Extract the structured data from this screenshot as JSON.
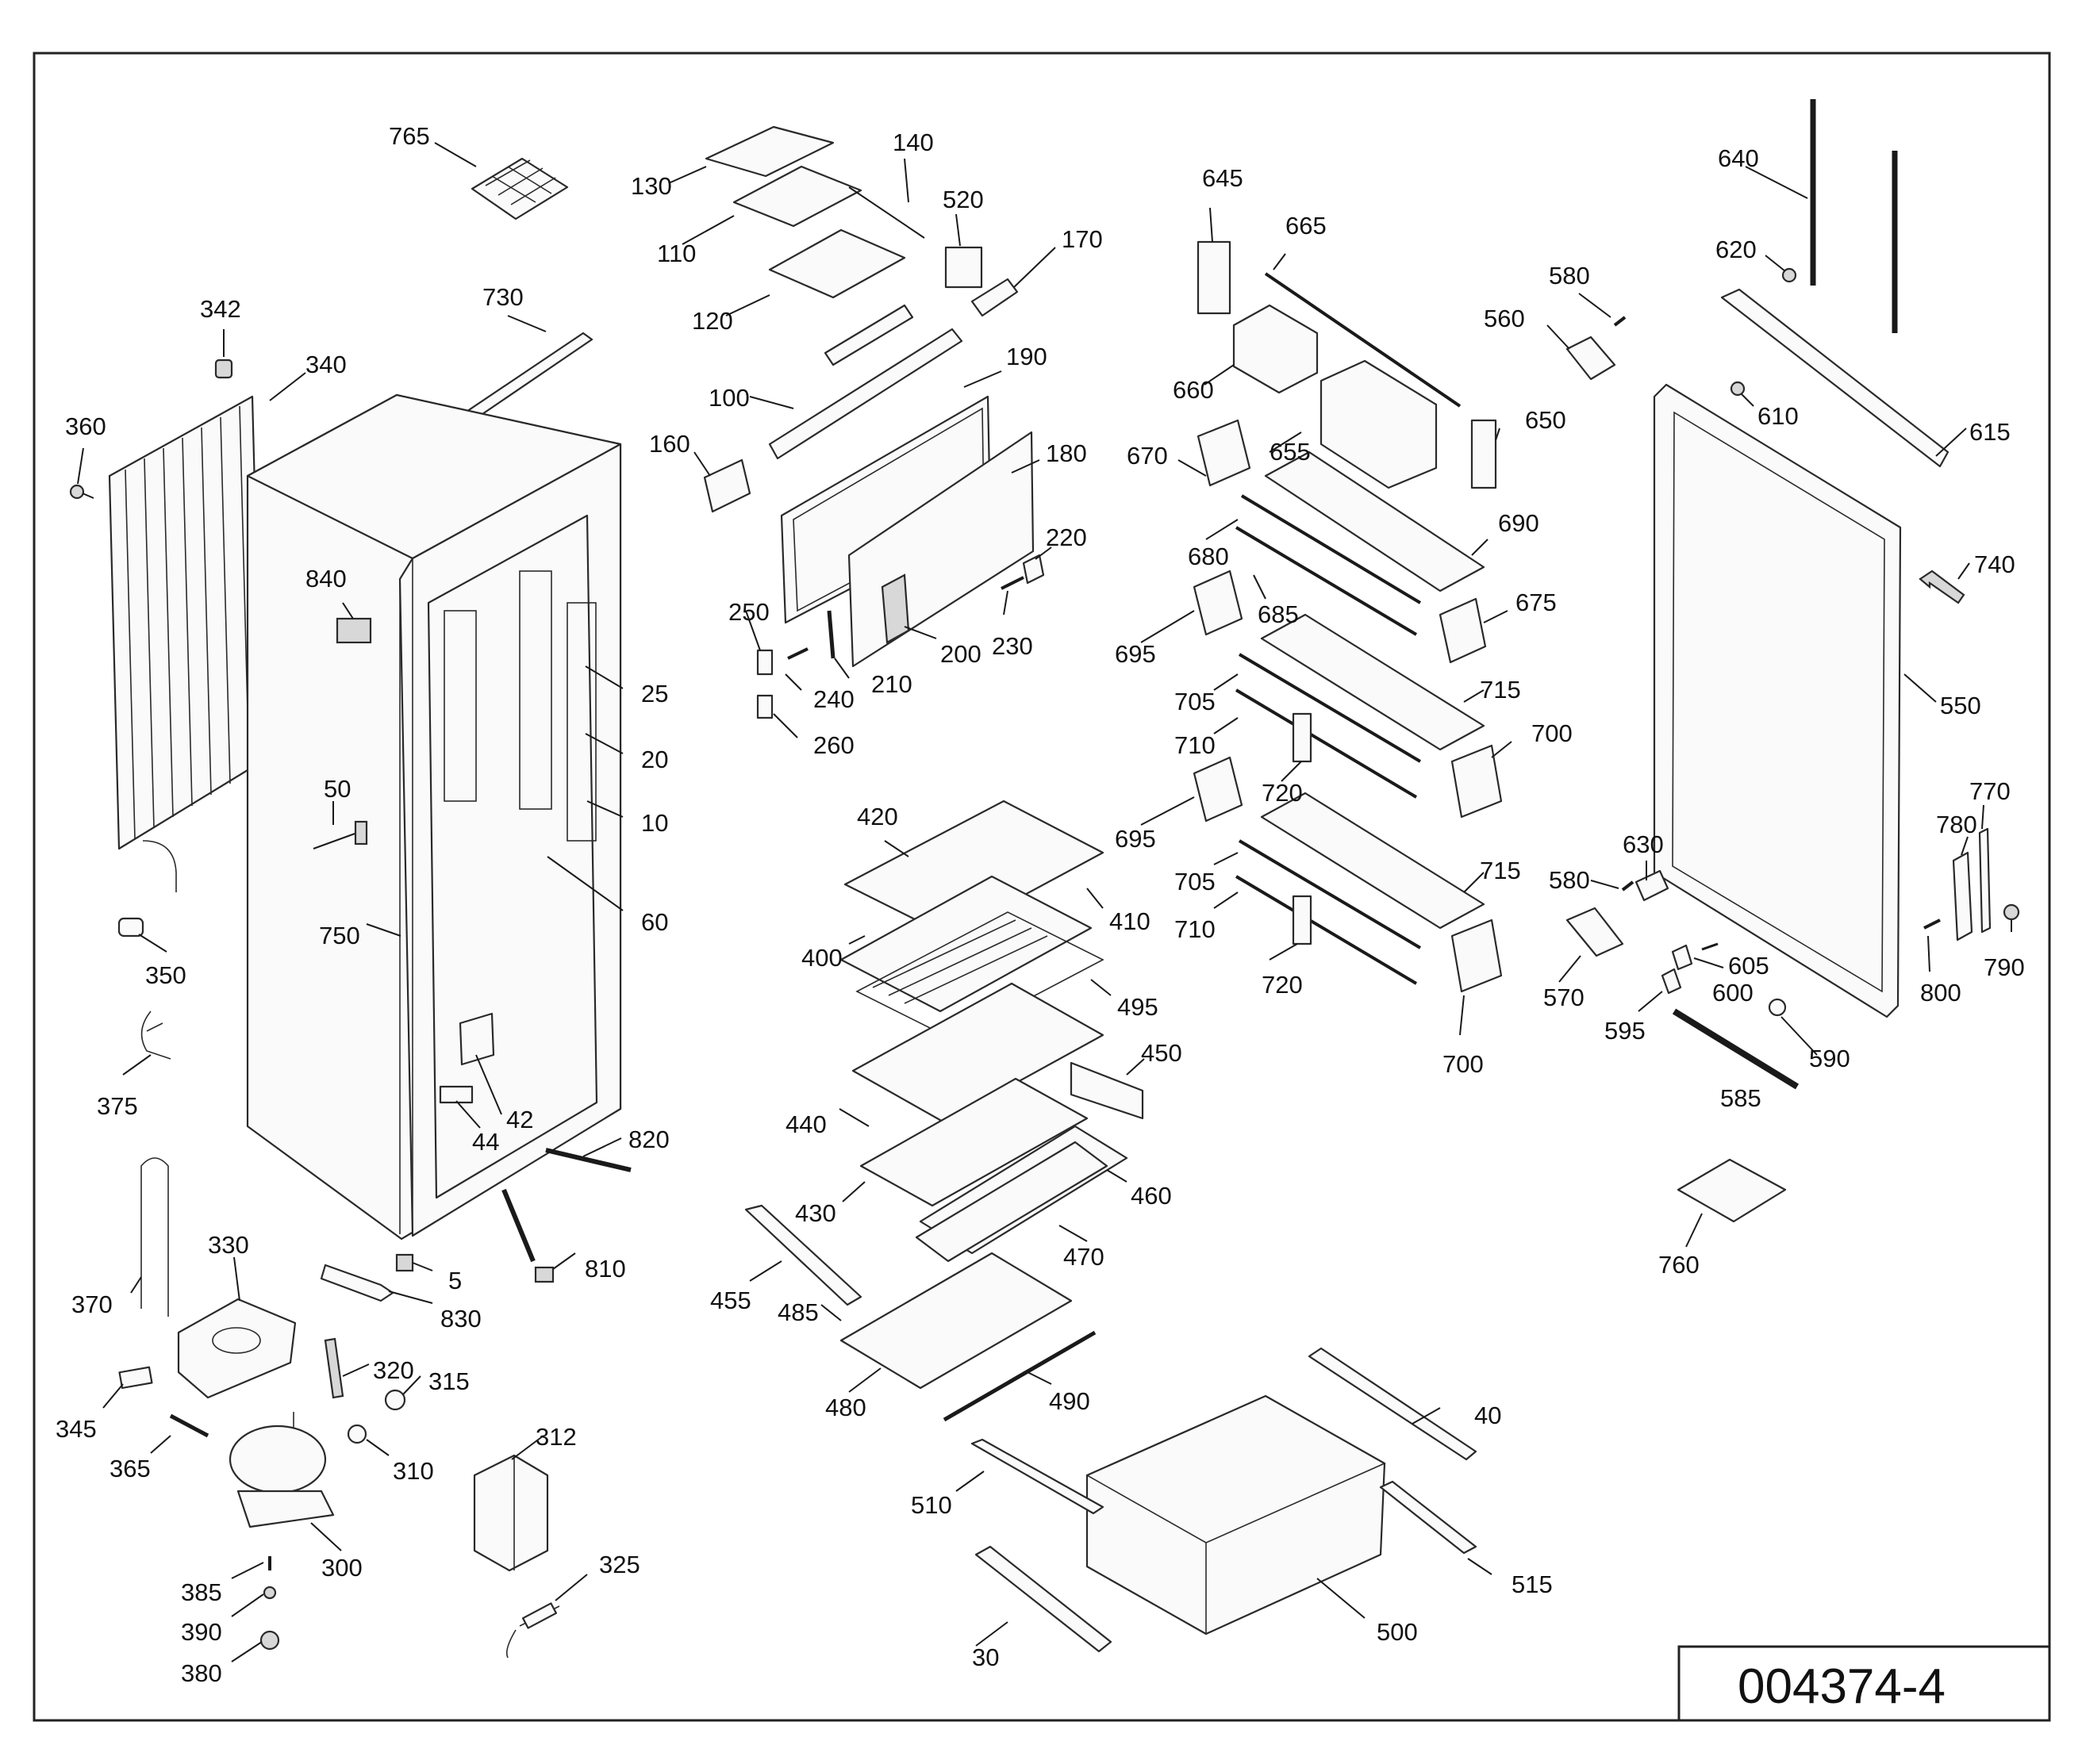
{
  "document_id": "004374-4",
  "callouts": [
    {
      "id": "765",
      "label": "765"
    },
    {
      "id": "342",
      "label": "342"
    },
    {
      "id": "730",
      "label": "730"
    },
    {
      "id": "340",
      "label": "340"
    },
    {
      "id": "360",
      "label": "360"
    },
    {
      "id": "840",
      "label": "840"
    },
    {
      "id": "25",
      "label": "25"
    },
    {
      "id": "20",
      "label": "20"
    },
    {
      "id": "10",
      "label": "10"
    },
    {
      "id": "50",
      "label": "50"
    },
    {
      "id": "60",
      "label": "60"
    },
    {
      "id": "750",
      "label": "750"
    },
    {
      "id": "350",
      "label": "350"
    },
    {
      "id": "375",
      "label": "375"
    },
    {
      "id": "42",
      "label": "42"
    },
    {
      "id": "44",
      "label": "44"
    },
    {
      "id": "820",
      "label": "820"
    },
    {
      "id": "370",
      "label": "370"
    },
    {
      "id": "330",
      "label": "330"
    },
    {
      "id": "5",
      "label": "5"
    },
    {
      "id": "810",
      "label": "810"
    },
    {
      "id": "830",
      "label": "830"
    },
    {
      "id": "320",
      "label": "320"
    },
    {
      "id": "315",
      "label": "315"
    },
    {
      "id": "345",
      "label": "345"
    },
    {
      "id": "365",
      "label": "365"
    },
    {
      "id": "310",
      "label": "310"
    },
    {
      "id": "300",
      "label": "300"
    },
    {
      "id": "385",
      "label": "385"
    },
    {
      "id": "390",
      "label": "390"
    },
    {
      "id": "380",
      "label": "380"
    },
    {
      "id": "312",
      "label": "312"
    },
    {
      "id": "325",
      "label": "325"
    },
    {
      "id": "130",
      "label": "130"
    },
    {
      "id": "140",
      "label": "140"
    },
    {
      "id": "110",
      "label": "110"
    },
    {
      "id": "520",
      "label": "520"
    },
    {
      "id": "170",
      "label": "170"
    },
    {
      "id": "120",
      "label": "120"
    },
    {
      "id": "190",
      "label": "190"
    },
    {
      "id": "100",
      "label": "100"
    },
    {
      "id": "160",
      "label": "160"
    },
    {
      "id": "180",
      "label": "180"
    },
    {
      "id": "220",
      "label": "220"
    },
    {
      "id": "250",
      "label": "250"
    },
    {
      "id": "230",
      "label": "230"
    },
    {
      "id": "240",
      "label": "240"
    },
    {
      "id": "210",
      "label": "210"
    },
    {
      "id": "200",
      "label": "200"
    },
    {
      "id": "260",
      "label": "260"
    },
    {
      "id": "420",
      "label": "420"
    },
    {
      "id": "410",
      "label": "410"
    },
    {
      "id": "400",
      "label": "400"
    },
    {
      "id": "495",
      "label": "495"
    },
    {
      "id": "450",
      "label": "450"
    },
    {
      "id": "440",
      "label": "440"
    },
    {
      "id": "430",
      "label": "430"
    },
    {
      "id": "460",
      "label": "460"
    },
    {
      "id": "470",
      "label": "470"
    },
    {
      "id": "455",
      "label": "455"
    },
    {
      "id": "485",
      "label": "485"
    },
    {
      "id": "480",
      "label": "480"
    },
    {
      "id": "490",
      "label": "490"
    },
    {
      "id": "510",
      "label": "510"
    },
    {
      "id": "30",
      "label": "30"
    },
    {
      "id": "500",
      "label": "500"
    },
    {
      "id": "40",
      "label": "40"
    },
    {
      "id": "515",
      "label": "515"
    },
    {
      "id": "645",
      "label": "645"
    },
    {
      "id": "665",
      "label": "665"
    },
    {
      "id": "660",
      "label": "660"
    },
    {
      "id": "670",
      "label": "670"
    },
    {
      "id": "655",
      "label": "655"
    },
    {
      "id": "650",
      "label": "650"
    },
    {
      "id": "680",
      "label": "680"
    },
    {
      "id": "690",
      "label": "690"
    },
    {
      "id": "685",
      "label": "685"
    },
    {
      "id": "675",
      "label": "675"
    },
    {
      "id": "695a",
      "label": "695"
    },
    {
      "id": "705a",
      "label": "705"
    },
    {
      "id": "715a",
      "label": "715"
    },
    {
      "id": "710a",
      "label": "710"
    },
    {
      "id": "700a",
      "label": "700"
    },
    {
      "id": "720a",
      "label": "720"
    },
    {
      "id": "695b",
      "label": "695"
    },
    {
      "id": "705b",
      "label": "705"
    },
    {
      "id": "715b",
      "label": "715"
    },
    {
      "id": "710b",
      "label": "710"
    },
    {
      "id": "720b",
      "label": "720"
    },
    {
      "id": "700b",
      "label": "700"
    },
    {
      "id": "580a",
      "label": "580"
    },
    {
      "id": "560",
      "label": "560"
    },
    {
      "id": "640",
      "label": "640"
    },
    {
      "id": "620",
      "label": "620"
    },
    {
      "id": "610",
      "label": "610"
    },
    {
      "id": "615",
      "label": "615"
    },
    {
      "id": "740",
      "label": "740"
    },
    {
      "id": "550",
      "label": "550"
    },
    {
      "id": "630",
      "label": "630"
    },
    {
      "id": "580b",
      "label": "580"
    },
    {
      "id": "770",
      "label": "770"
    },
    {
      "id": "780",
      "label": "780"
    },
    {
      "id": "605",
      "label": "605"
    },
    {
      "id": "600",
      "label": "600"
    },
    {
      "id": "570",
      "label": "570"
    },
    {
      "id": "595",
      "label": "595"
    },
    {
      "id": "790",
      "label": "790"
    },
    {
      "id": "800",
      "label": "800"
    },
    {
      "id": "590",
      "label": "590"
    },
    {
      "id": "585",
      "label": "585"
    },
    {
      "id": "760",
      "label": "760"
    }
  ]
}
